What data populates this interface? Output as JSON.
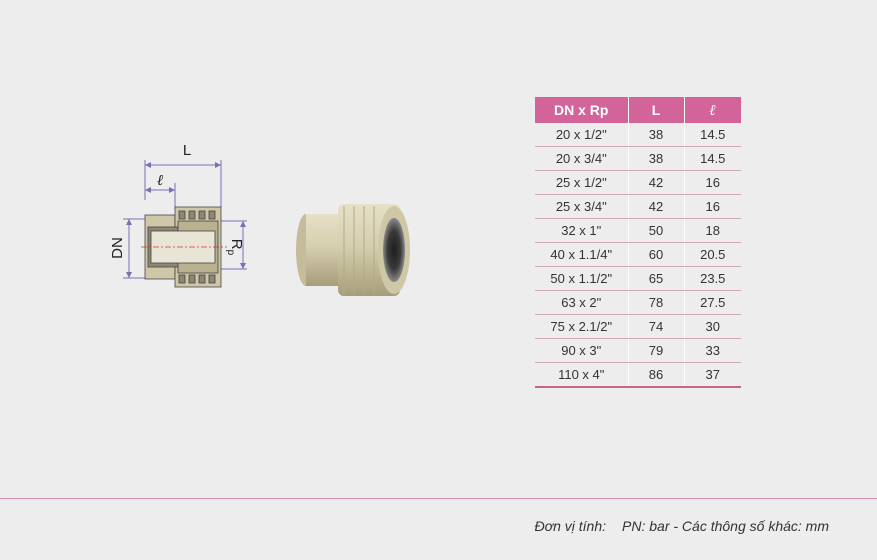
{
  "drawing": {
    "label_L": "L",
    "label_l": "ℓ",
    "label_DN": "DN",
    "label_Rp_main": "R",
    "label_Rp_sub": "p"
  },
  "table": {
    "headers": [
      "DN x Rp",
      "L",
      "ℓ"
    ],
    "rows": [
      [
        "20 x 1/2\"",
        "38",
        "14.5"
      ],
      [
        "20 x 3/4\"",
        "38",
        "14.5"
      ],
      [
        "25 x 1/2\"",
        "42",
        "16"
      ],
      [
        "25 x 3/4\"",
        "42",
        "16"
      ],
      [
        "32 x 1\"",
        "50",
        "18"
      ],
      [
        "40 x 1.1/4\"",
        "60",
        "20.5"
      ],
      [
        "50 x 1.1/2\"",
        "65",
        "23.5"
      ],
      [
        "63 x 2\"",
        "78",
        "27.5"
      ],
      [
        "75 x 2.1/2\"",
        "74",
        "30"
      ],
      [
        "90 x 3\"",
        "79",
        "33"
      ],
      [
        "110 x 4\"",
        "86",
        "37"
      ]
    ]
  },
  "footer": {
    "unit_label": "Đơn vị tính:",
    "unit_value": "PN: bar - Các thông số khác: mm"
  },
  "colors": {
    "header_bg": "#d2649a",
    "row_line": "#d0a8bd",
    "footer_line": "#d58db0",
    "dimension_line": "#7a6fb2",
    "pipe_fill": "#cfc7a8"
  }
}
